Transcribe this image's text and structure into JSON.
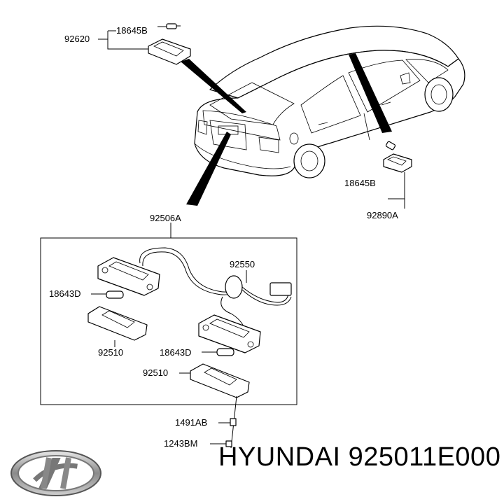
{
  "parts": {
    "bulb_top": "18645B",
    "dome_lamp": "92620",
    "bulb_right": "18645B",
    "room_lamp": "92890A",
    "license_lamp_assy": "92506A",
    "wiring": "92550",
    "bulb_left": "18643D",
    "lens_left": "92510",
    "bulb_lower": "18643D",
    "lens_lower": "92510",
    "screw": "1491AB",
    "bolt": "1243BM"
  },
  "brand": {
    "name": "HYUNDAI",
    "part_number": "925011E000"
  }
}
